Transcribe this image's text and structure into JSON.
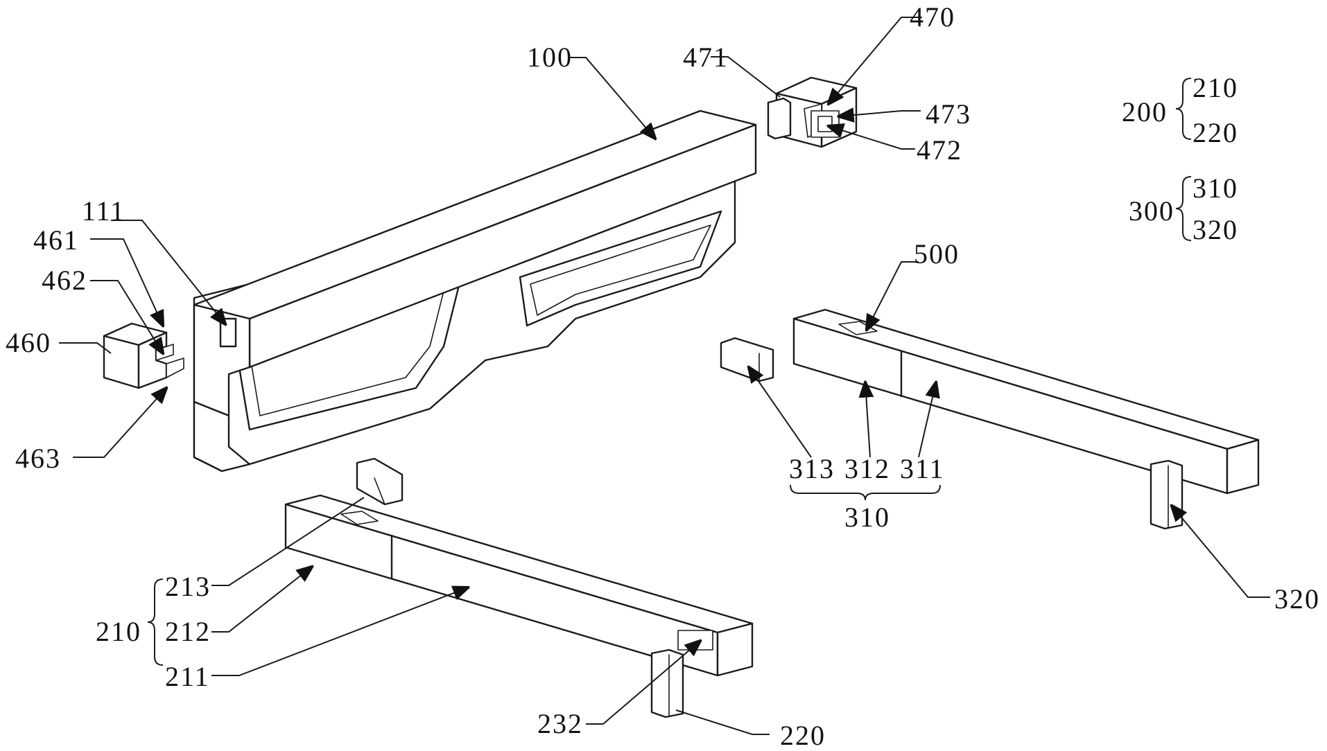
{
  "labels": {
    "l100": "100",
    "l111": "111",
    "l200": "200",
    "l210": "210",
    "l211": "211",
    "l212": "212",
    "l213": "213",
    "l220": "220",
    "l232": "232",
    "l300": "300",
    "l310": "310",
    "l311": "311",
    "l312": "312",
    "l313": "313",
    "l320": "320",
    "l460": "460",
    "l461": "461",
    "l462": "462",
    "l463": "463",
    "l470": "470",
    "l471": "471",
    "l472": "472",
    "l473": "473",
    "l500": "500"
  },
  "groups": {
    "g200": {
      "label": "200",
      "members": [
        "210",
        "220"
      ]
    },
    "g300": {
      "label": "300",
      "members": [
        "310",
        "320"
      ]
    },
    "g210": {
      "label": "210",
      "members": [
        "213",
        "212",
        "211"
      ]
    },
    "g310": {
      "label": "310",
      "members": [
        "313",
        "312",
        "311"
      ]
    }
  }
}
